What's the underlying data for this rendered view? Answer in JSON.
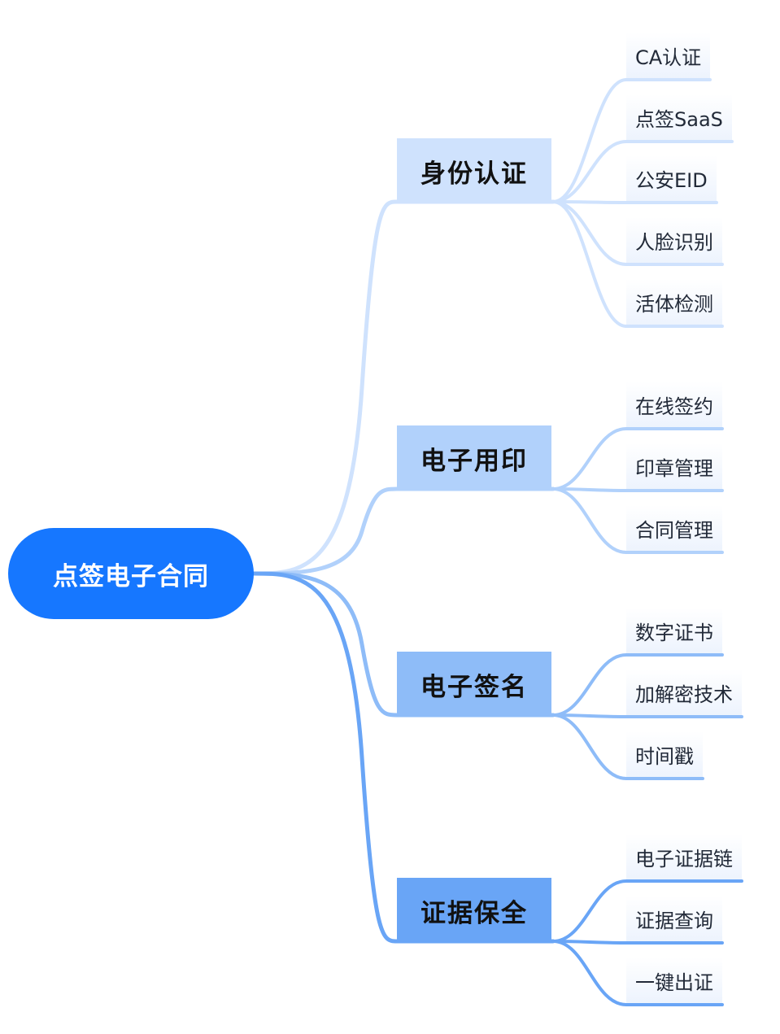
{
  "root": {
    "label": "点签电子合同"
  },
  "branches": [
    {
      "label": "身份认证",
      "color": "#cfe2fd",
      "children": [
        "CA认证",
        "点签SaaS",
        "公安EID",
        "人脸识别",
        "活体检测"
      ]
    },
    {
      "label": "电子用印",
      "color": "#b1d1fb",
      "children": [
        "在线签约",
        "印章管理",
        "合同管理"
      ]
    },
    {
      "label": "电子签名",
      "color": "#8ebcf8",
      "children": [
        "数字证书",
        "加解密技术",
        "时间戳"
      ]
    },
    {
      "label": "证据保全",
      "color": "#69a5f6",
      "children": [
        "电子证据链",
        "证据查询",
        "一键出证"
      ]
    }
  ]
}
